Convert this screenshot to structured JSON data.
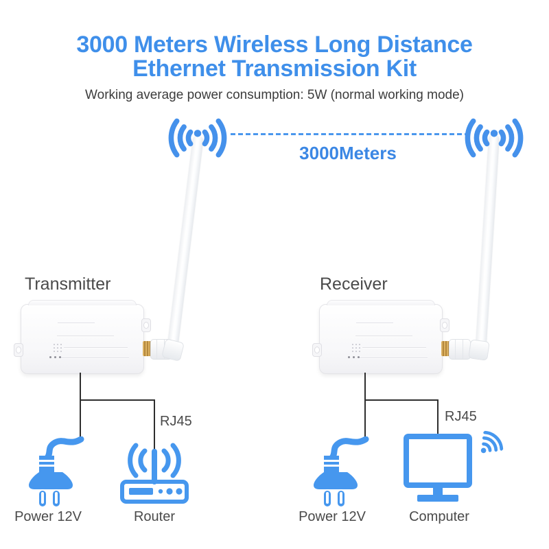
{
  "header": {
    "title_line1": "3000 Meters Wireless Long Distance",
    "title_line2": "Ethernet Transmission Kit",
    "subtitle": "Working average power consumption: 5W (normal working mode)"
  },
  "wireless_link": {
    "distance_label": "3000Meters"
  },
  "transmitter": {
    "label": "Transmitter",
    "power_label": "Power 12V",
    "port_label": "RJ45",
    "peripheral_label": "Router"
  },
  "receiver": {
    "label": "Receiver",
    "power_label": "Power 12V",
    "port_label": "RJ45",
    "peripheral_label": "Computer"
  },
  "icons": {
    "left_signal": "wifi-signal-icon",
    "right_signal": "wifi-signal-icon",
    "left_power_plug": "power-plug-icon",
    "right_power_plug": "power-plug-icon",
    "router": "router-icon",
    "computer": "computer-monitor-icon",
    "computer_wifi": "wifi-small-icon"
  },
  "colors": {
    "title_blue": "#3F8FEA",
    "icon_blue": "#4697EE",
    "label_gray": "#4A4A4A",
    "wire_black": "#2E2E2E"
  }
}
